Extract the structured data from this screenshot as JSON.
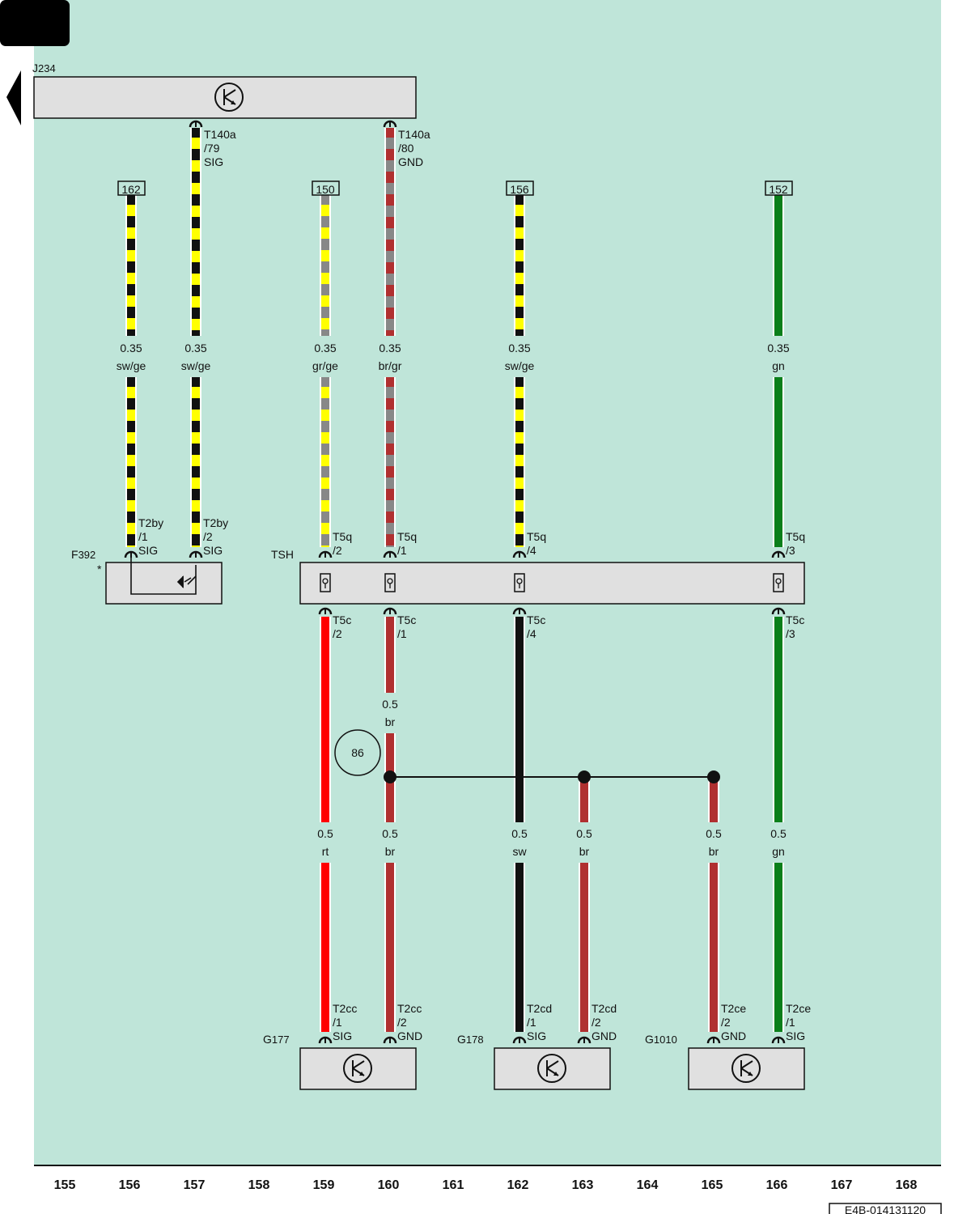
{
  "page_tab": "",
  "footer_code": "E4B-014131120",
  "colors": {
    "background": "#bfe5d9",
    "box": "#e0e0e0",
    "black": "#111111",
    "yellow": "#ffff00",
    "grey": "#888888",
    "brown": "#b03030",
    "red": "#ff0000",
    "green": "#0a7f1a"
  },
  "components": {
    "J234": {
      "letter": "J",
      "sub": "234",
      "icon": "airbag-symbol-icon"
    },
    "F392": {
      "letter": "F",
      "sub": "392",
      "note": "*",
      "icon": "switch-symbol-icon"
    },
    "TSH": {
      "label": "TSH"
    },
    "G177": {
      "letter": "G",
      "sub": "177",
      "icon": "sensor-symbol-icon"
    },
    "G178": {
      "letter": "G",
      "sub": "178",
      "icon": "sensor-symbol-icon"
    },
    "G1010": {
      "letter": "G",
      "sub": "1010",
      "icon": "sensor-symbol-icon"
    }
  },
  "ref_boxes": [
    "162",
    "150",
    "156",
    "152"
  ],
  "ground_circle": "86",
  "wires": [
    {
      "id": "w1",
      "size": "0.35",
      "color_code": "sw/ge"
    },
    {
      "id": "w2",
      "size": "0.35",
      "color_code": "sw/ge"
    },
    {
      "id": "w3",
      "size": "0.35",
      "color_code": "gr/ge"
    },
    {
      "id": "w4",
      "size": "0.35",
      "color_code": "br/gr"
    },
    {
      "id": "w5",
      "size": "0.35",
      "color_code": "sw/ge"
    },
    {
      "id": "w6",
      "size": "0.35",
      "color_code": "gn"
    },
    {
      "id": "w7",
      "size": "0.5",
      "color_code": "br"
    },
    {
      "id": "w8",
      "size": "0.5",
      "color_code": "rt"
    },
    {
      "id": "w9",
      "size": "0.5",
      "color_code": "br"
    },
    {
      "id": "w10",
      "size": "0.5",
      "color_code": "sw"
    },
    {
      "id": "w11",
      "size": "0.5",
      "color_code": "br"
    },
    {
      "id": "w12",
      "size": "0.5",
      "color_code": "br"
    },
    {
      "id": "w13",
      "size": "0.5",
      "color_code": "gn"
    }
  ],
  "pins": {
    "j1": [
      "T140a",
      "/79",
      "SIG"
    ],
    "j2": [
      "T140a",
      "/80",
      "GND"
    ],
    "f1": [
      "T2by",
      "/1",
      "SIG"
    ],
    "f2": [
      "T2by",
      "/2",
      "SIG"
    ],
    "tq2": [
      "T5q",
      "/2"
    ],
    "tq1": [
      "T5q",
      "/1"
    ],
    "tq4": [
      "T5q",
      "/4"
    ],
    "tq3": [
      "T5q",
      "/3"
    ],
    "tc2": [
      "T5c",
      "/2"
    ],
    "tc1": [
      "T5c",
      "/1"
    ],
    "tc4": [
      "T5c",
      "/4"
    ],
    "tc3": [
      "T5c",
      "/3"
    ],
    "g1": [
      "T2cc",
      "/1",
      "SIG"
    ],
    "g2": [
      "T2cc",
      "/2",
      "GND"
    ],
    "g3": [
      "T2cd",
      "/1",
      "SIG"
    ],
    "g4": [
      "T2cd",
      "/2",
      "GND"
    ],
    "g5": [
      "T2ce",
      "/2",
      "GND"
    ],
    "g6": [
      "T2ce",
      "/1",
      "SIG"
    ]
  },
  "grid_numbers": [
    "155",
    "156",
    "157",
    "158",
    "159",
    "160",
    "161",
    "162",
    "163",
    "164",
    "165",
    "166",
    "167",
    "168"
  ]
}
